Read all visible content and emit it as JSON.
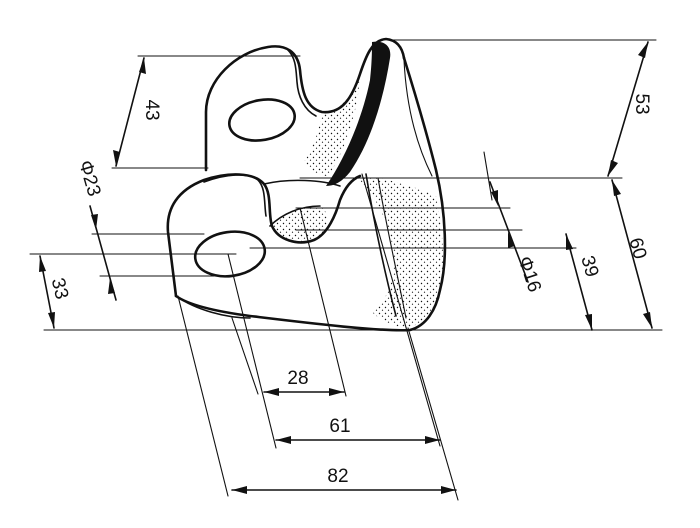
{
  "dimensions": {
    "d43": "43",
    "d53": "53",
    "phi23": "Φ23",
    "d60": "60",
    "d33": "33",
    "phi16": "Φ16",
    "d39": "39",
    "d28": "28",
    "d61": "61",
    "d82": "82"
  },
  "colors": {
    "ink": "#111111",
    "paper": "#ffffff"
  }
}
